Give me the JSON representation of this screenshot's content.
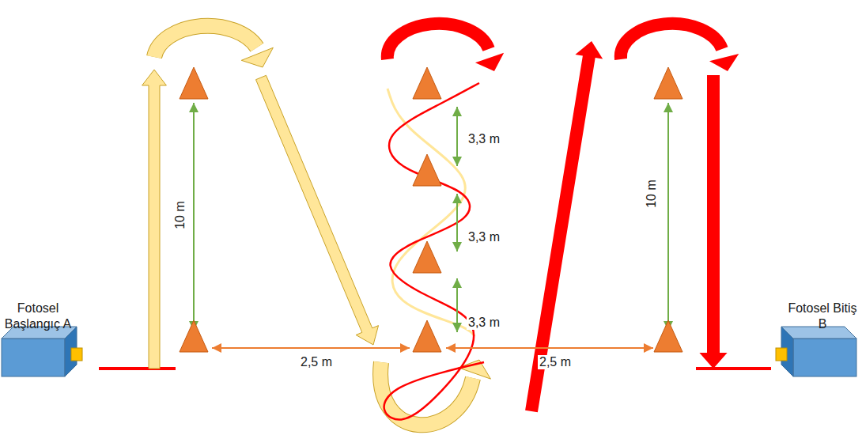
{
  "diagram": {
    "nodes": [
      {
        "text": [
          "Fotosel Başlangıç A"
        ]
      },
      {
        "text": [
          "Fotosel Bitiş B"
        ]
      }
    ],
    "labels": [
      "10 m",
      "2,5 m",
      "3,3 m",
      "3,3 m",
      "3,3 m",
      "2,5 m",
      "10 m"
    ]
  }
}
